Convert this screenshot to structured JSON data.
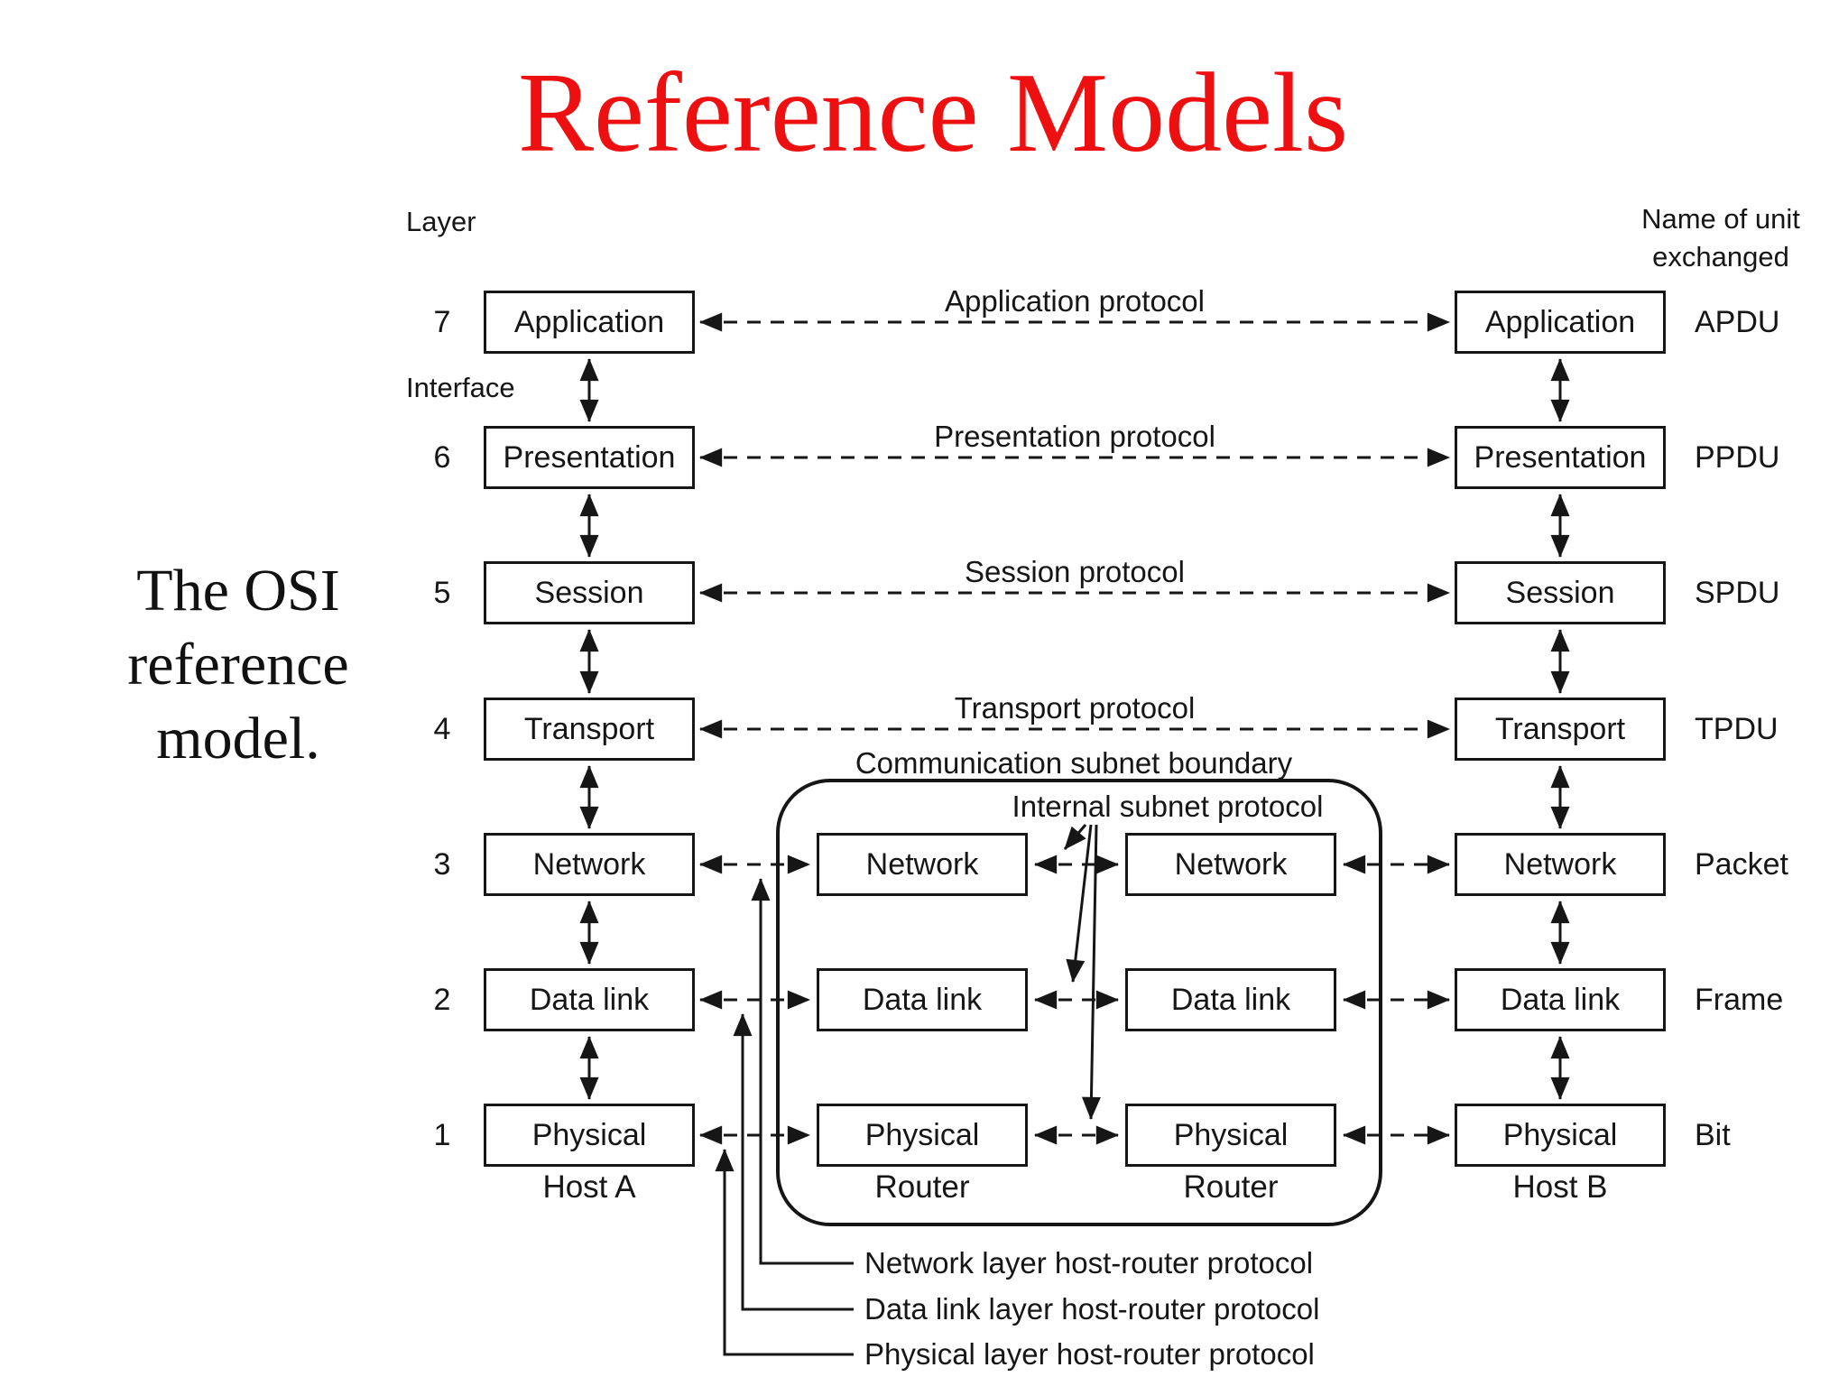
{
  "title": "Reference Models",
  "caption": {
    "lines": [
      "The OSI",
      "reference",
      "model."
    ]
  },
  "headers": {
    "layer": "Layer",
    "interface": "Interface",
    "unit_line1": "Name of unit",
    "unit_line2": "exchanged"
  },
  "layers": [
    {
      "num": "7",
      "name": "Application",
      "unit": "APDU",
      "protocol": "Application protocol"
    },
    {
      "num": "6",
      "name": "Presentation",
      "unit": "PPDU",
      "protocol": "Presentation protocol"
    },
    {
      "num": "5",
      "name": "Session",
      "unit": "SPDU",
      "protocol": "Session protocol"
    },
    {
      "num": "4",
      "name": "Transport",
      "unit": "TPDU",
      "protocol": "Transport protocol"
    },
    {
      "num": "3",
      "name": "Network",
      "unit": "Packet"
    },
    {
      "num": "2",
      "name": "Data link",
      "unit": "Frame"
    },
    {
      "num": "1",
      "name": "Physical",
      "unit": "Bit"
    }
  ],
  "hosts": {
    "a": "Host A",
    "b": "Host B"
  },
  "routers": {
    "label": "Router",
    "stack": [
      "Network",
      "Data link",
      "Physical"
    ]
  },
  "subnet": {
    "boundary_label": "Communication subnet boundary",
    "internal_label": "Internal subnet protocol"
  },
  "host_router_protocols": [
    "Network layer host-router protocol",
    "Data link layer host-router protocol",
    "Physical layer host-router protocol"
  ],
  "colors": {
    "title_red": "#ee1010",
    "ink": "#161616",
    "background": "#ffffff"
  }
}
